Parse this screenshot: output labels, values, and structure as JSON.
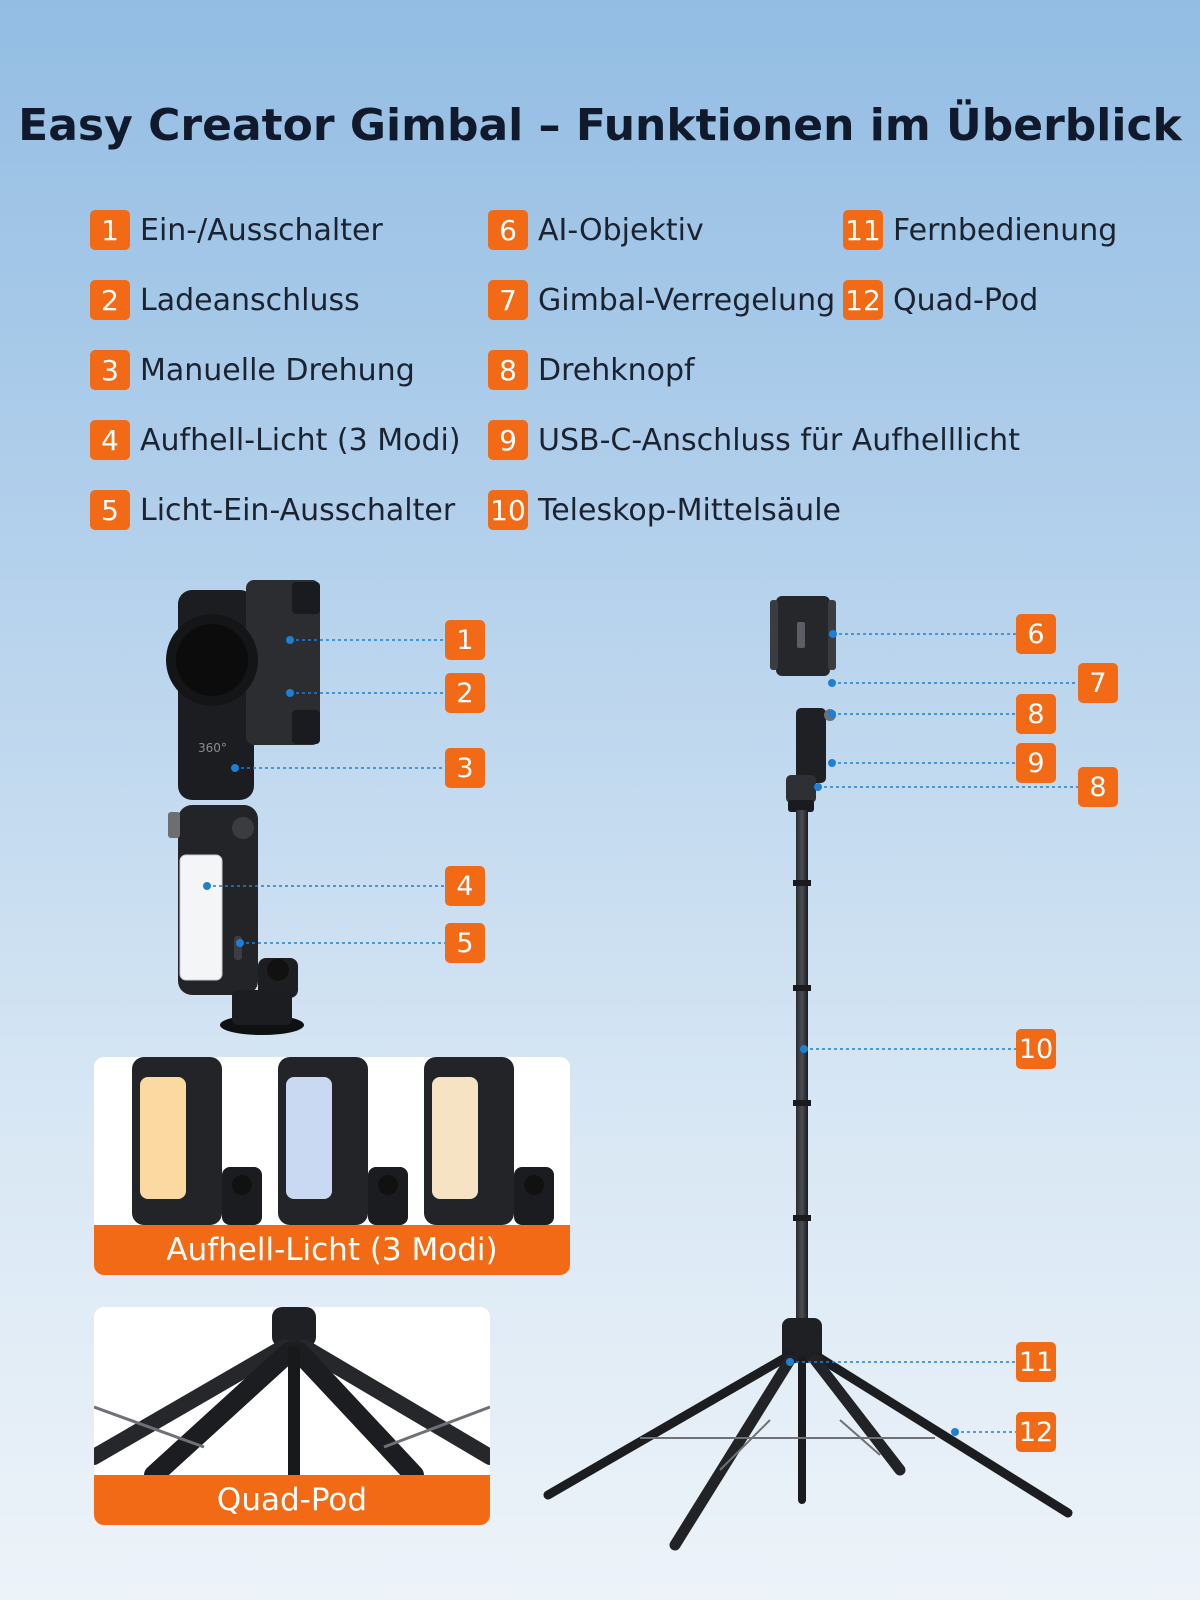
{
  "title": "Easy Creator Gimbal – Funktionen im Überblick",
  "accent_color": "#f26a16",
  "features": [
    {
      "num": "1",
      "label": "Ein-/Ausschalter"
    },
    {
      "num": "2",
      "label": "Ladeanschluss"
    },
    {
      "num": "3",
      "label": "Manuelle Drehung"
    },
    {
      "num": "4",
      "label": "Aufhell-Licht (3 Modi)"
    },
    {
      "num": "5",
      "label": "Licht-Ein-Ausschalter"
    },
    {
      "num": "6",
      "label": "AI-Objektiv"
    },
    {
      "num": "7",
      "label": "Gimbal-Verregelung"
    },
    {
      "num": "8",
      "label": "Drehknopf"
    },
    {
      "num": "9",
      "label": "USB-C-Anschluss für Aufhelllicht"
    },
    {
      "num": "10",
      "label": "Teleskop-Mittelsäule"
    },
    {
      "num": "11",
      "label": "Fernbedienung"
    },
    {
      "num": "12",
      "label": "Quad-Pod"
    }
  ],
  "gimbal_callouts": [
    "1",
    "2",
    "3",
    "4",
    "5"
  ],
  "tripod_callouts": [
    "6",
    "7",
    "8",
    "9",
    "8",
    "10",
    "11",
    "12"
  ],
  "light_panel": {
    "banner": "Aufhell-Licht (3 Modi)",
    "light_colors": [
      "#fbd9a0",
      "#c9d9f2",
      "#f5e3c4"
    ]
  },
  "quadpod_panel": {
    "banner": "Quad-Pod"
  }
}
